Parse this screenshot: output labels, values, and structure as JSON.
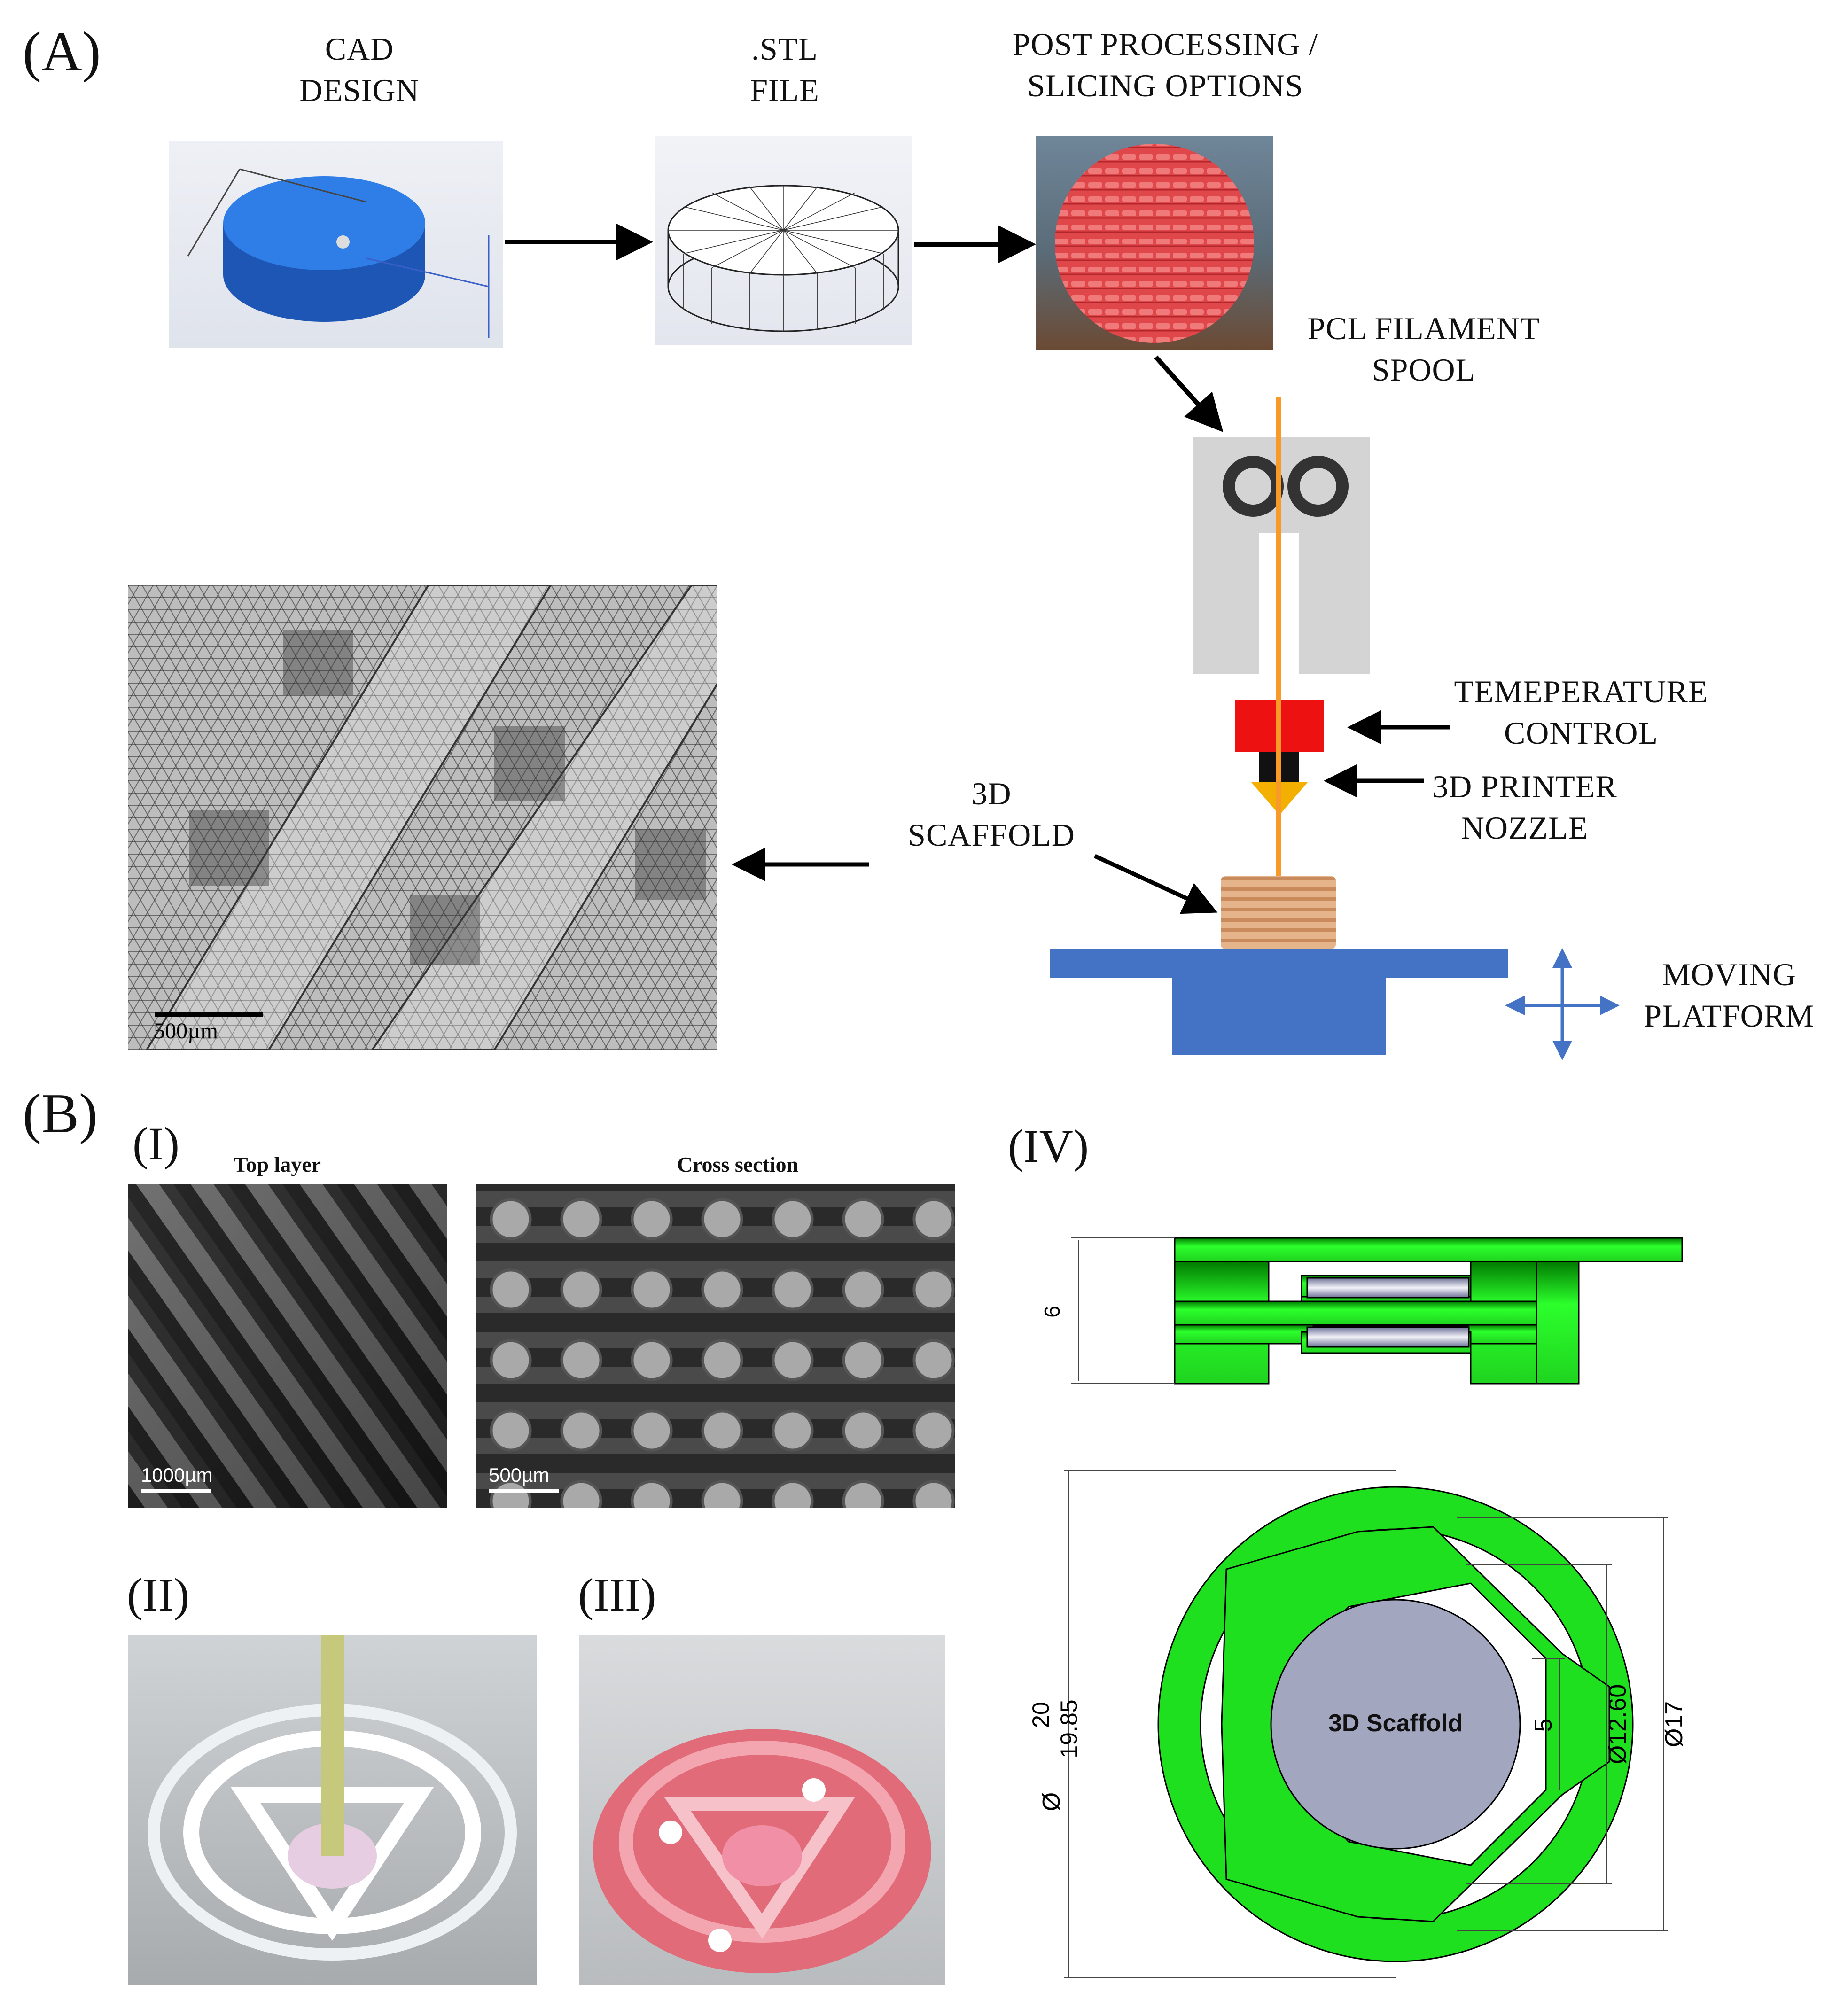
{
  "panel_a": {
    "letter": "(A)",
    "steps": {
      "cad": [
        "CAD",
        "DESIGN"
      ],
      "stl": [
        ".STL",
        "FILE"
      ],
      "post": [
        "POST PROCESSING /",
        "SLICING OPTIONS"
      ]
    },
    "labels": {
      "pcl": [
        "PCL  FILAMENT",
        "SPOOL"
      ],
      "temperature": [
        "TEMEPERATURE",
        "CONTROL"
      ],
      "nozzle": [
        "3D PRINTER",
        "NOZZLE"
      ],
      "scaffold": [
        "3D",
        "SCAFFOLD"
      ],
      "platform": [
        "MOVING",
        "PLATFORM"
      ]
    },
    "mesh_scale": "500µm"
  },
  "panel_b": {
    "letter": "(B)",
    "sub_i": "(I)",
    "sub_ii": "(II)",
    "sub_iii": "(III)",
    "sub_iv": "(IV)",
    "top_layer_title": "Top layer",
    "cross_section_title": "Cross section",
    "top_layer_scale": "1000µm",
    "cross_section_scale": "500µm",
    "dims": {
      "height": "6",
      "diam_outer": "20",
      "diam_inner_tol": "19.85",
      "diam_symbol": "Ø",
      "d17": "Ø17",
      "d1260": "Ø12.60",
      "d5": "5",
      "center_label": "3D Scaffold"
    }
  },
  "colors": {
    "green": "#1fe01f",
    "filament": "#f79a2a",
    "platform": "#4472c4",
    "heater": "#ee1111",
    "slice_red": "#e0474a"
  }
}
